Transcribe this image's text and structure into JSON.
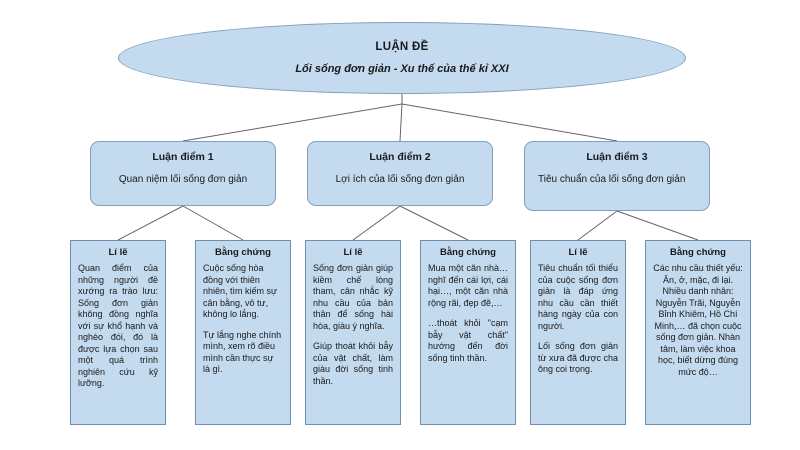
{
  "theme": {
    "fill": "#c3daef",
    "stroke": "#82a0bd",
    "line": "#666666",
    "text": "#1a1a1a",
    "background": "#ffffff"
  },
  "thesis": {
    "title": "LUẬN ĐỀ",
    "subtitle": "Lối sống đơn giản - Xu thế của thế kỉ XXI"
  },
  "claims": [
    {
      "title": "Luận điểm 1",
      "subtitle": "Quan niệm lối sống đơn giản"
    },
    {
      "title": "Luận điểm 2",
      "subtitle": "Lợi ích của lối sống đơn giản"
    },
    {
      "title": "Luận điểm 3",
      "subtitle": "Tiêu chuẩn của lối sống đơn giản"
    }
  ],
  "leaves": [
    {
      "title": "Lí lẽ",
      "paragraphs": [
        "Quan điểm của những người đề xướng ra trào lưu: Sống đơn giản không đồng nghĩa với sự khổ hạnh và nghèo đói, đó là được lựa chọn sau một quá trình nghiên cứu kỹ lưỡng."
      ]
    },
    {
      "title": "Bằng chứng",
      "paragraphs": [
        "Cuộc sống hòa đồng với thiên nhiên, tìm kiếm sự cân bằng, vô tư, không lo lắng.",
        "Tự lắng nghe chính mình, xem rõ điều mình cần thực sự là gì."
      ]
    },
    {
      "title": "Lí lẽ",
      "paragraphs": [
        "Sống đơn giản giúp kiềm chế lòng tham, cân nhắc kỹ nhu cầu của bản thân để sống hài hòa, giàu ý nghĩa.",
        "Giúp thoát khỏi bẫy của vật chất, làm giàu đời sống tinh thần."
      ]
    },
    {
      "title": "Bằng chứng",
      "paragraphs": [
        "Mua một căn nhà… nghĩ đến cái lợi, cái hại…, một căn nhà rộng rãi, đẹp đẽ,…",
        "…thoát khỏi \"cạm bẫy vật chất\" hướng đến đời sống tinh thần."
      ]
    },
    {
      "title": "Lí lẽ",
      "paragraphs": [
        "Tiêu chuẩn tối thiểu của cuộc sống đơn giản là đáp ứng nhu cầu cần thiết hàng ngày của con người.",
        "Lối sống đơn giản từ xưa đã được cha ông coi trọng."
      ]
    },
    {
      "title": "Bằng chứng",
      "paragraphs": [
        "Các nhu cầu thiết yếu: Ăn, ở, mặc, đi lại. Nhiều danh nhân: Nguyễn Trãi, Nguyễn Bỉnh Khiêm, Hồ Chí Minh,… đã chọn cuộc sống đơn giản. Nhàn tâm, làm việc khoa học, biết dừng đúng mức độ…"
      ]
    }
  ]
}
